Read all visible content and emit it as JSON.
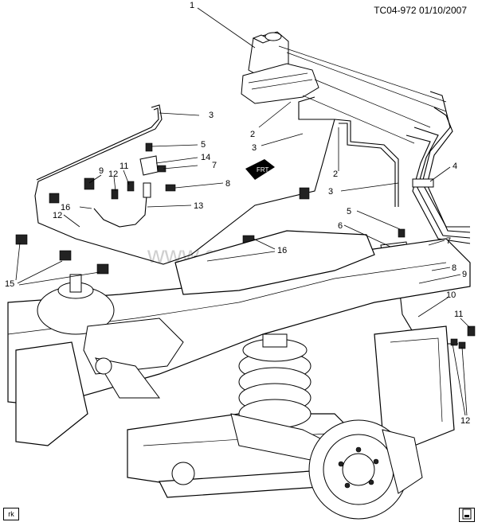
{
  "header": {
    "code": "TC04-972",
    "date": "01/10/2007"
  },
  "watermark": "www.gmsklad.ru",
  "corner_left": "rk",
  "front_arrow_label": "FRT",
  "callouts": [
    "1",
    "2",
    "3",
    "3",
    "2",
    "3",
    "5",
    "14",
    "7",
    "4",
    "9",
    "11",
    "12",
    "8",
    "13",
    "16",
    "12",
    "2",
    "3",
    "5",
    "6",
    "7",
    "16",
    "15",
    "8",
    "9",
    "10",
    "11",
    "12"
  ]
}
